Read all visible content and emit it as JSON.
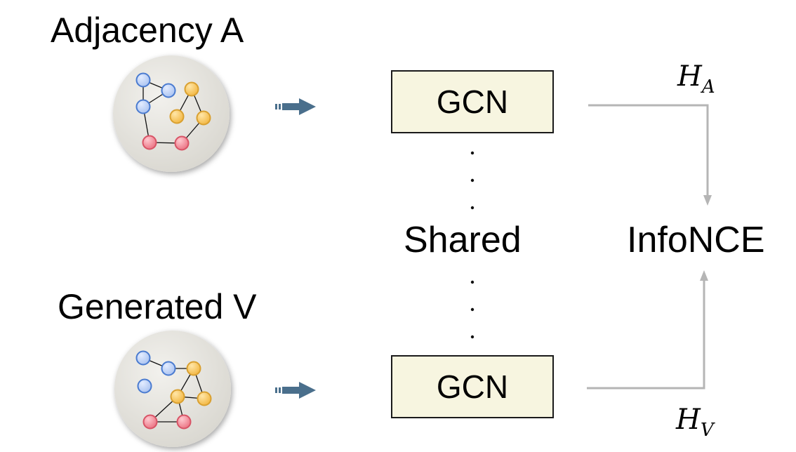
{
  "graph_a": {
    "title": "Adjacency A"
  },
  "graph_v": {
    "title": "Generated V"
  },
  "encoder": {
    "top_label": "GCN",
    "bottom_label": "GCN",
    "shared_label": "Shared"
  },
  "loss": {
    "label": "InfoNCE"
  },
  "embeddings": {
    "h_a": {
      "base": "H",
      "sub": "A"
    },
    "h_v": {
      "base": "H",
      "sub": "V"
    }
  },
  "colors": {
    "blue_node": "#4a7bd0",
    "orange_node": "#f0b040",
    "red_node": "#e56a78",
    "arrow": "#4a6f8c",
    "connector": "#b5b5b5",
    "gcn_fill": "#f7f5e0",
    "circle_bg": "#e4e2dc"
  }
}
